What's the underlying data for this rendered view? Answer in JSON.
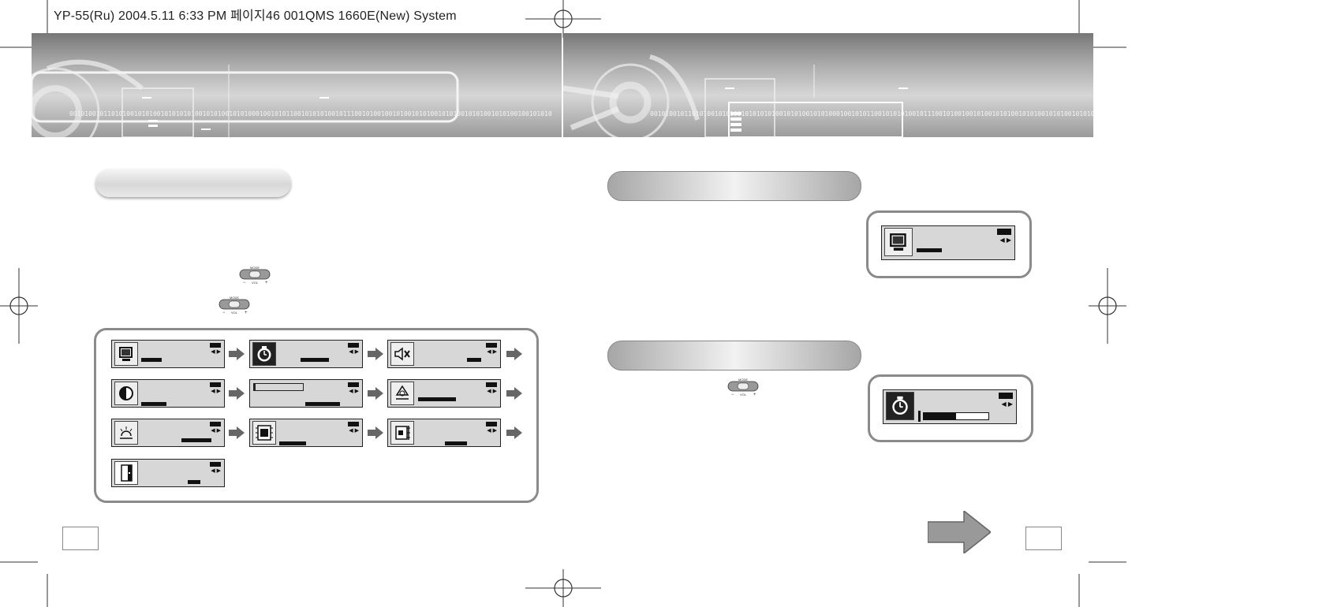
{
  "slug": {
    "text": "YP-55(Ru)  2004.5.11 6:33 PM 페이지46  001QMS  1660E(New) System"
  },
  "banner": {
    "binary_left": "0010100101101010010101001010101010010101001010100010010101100101010100101110010100100101001010100101010010101001010100100101010",
    "binary_right": "0010100101101010010101001010101010010101001010100010010101100101010100101110010100100101001010100101010010101001010100100101010010100"
  },
  "colors": {
    "frame": "#8a8a8a",
    "lcd_bg": "#d7d7d7",
    "arrow": "#666666"
  },
  "menu_grid": {
    "icons": [
      "display-icon",
      "clock-icon",
      "mute-icon",
      "contrast-icon",
      "scroll-icon",
      "alarm-icon",
      "backlight-icon",
      "film-icon",
      "memory-icon",
      "exit-icon"
    ]
  },
  "controls": {
    "button_labels": {
      "mode": "MODE",
      "vol": "VOL",
      "minus": "−",
      "plus": "+"
    }
  }
}
